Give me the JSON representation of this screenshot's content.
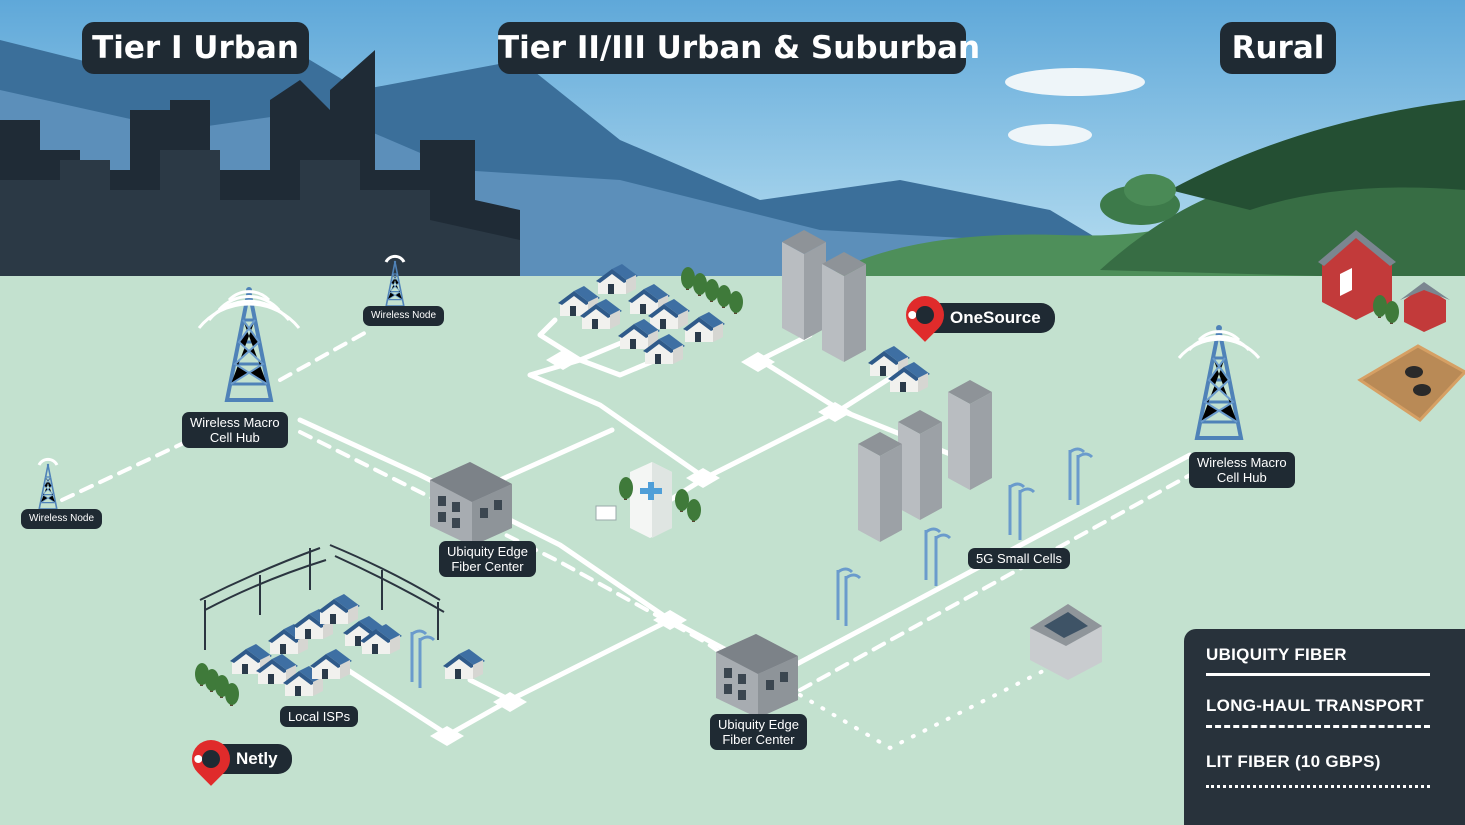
{
  "tiers": {
    "urban": "Tier I Urban",
    "suburban": "Tier II/III Urban & Suburban",
    "rural": "Rural"
  },
  "labels": {
    "wireless_node_top": "Wireless Node",
    "wireless_node_left": "Wireless Node",
    "macro_hub_left": [
      "Wireless Macro",
      "Cell Hub"
    ],
    "macro_hub_right": [
      "Wireless Macro",
      "Cell Hub"
    ],
    "edge_center_1": [
      "Ubiquity Edge",
      "Fiber Center"
    ],
    "edge_center_2": [
      "Ubiquity Edge",
      "Fiber Center"
    ],
    "small_cells": "5G Small Cells",
    "local_isps": "Local ISPs"
  },
  "pins": {
    "onesource": "OneSource",
    "netly": "Netly"
  },
  "legend": {
    "ubiquity_fiber": "UBIQUITY FIBER",
    "long_haul": "LONG-HAUL TRANSPORT",
    "lit_fiber": "LIT FIBER (10 GBPS)"
  },
  "colors": {
    "label_bg": "#1f2a33",
    "pin_red": "#e02b2b",
    "ground": "#c3e1cf",
    "sky": "#8fc6e6",
    "tower_blue": "#4f82b8",
    "building_gray": "#a9adb1",
    "barn_red": "#c23a3a"
  }
}
